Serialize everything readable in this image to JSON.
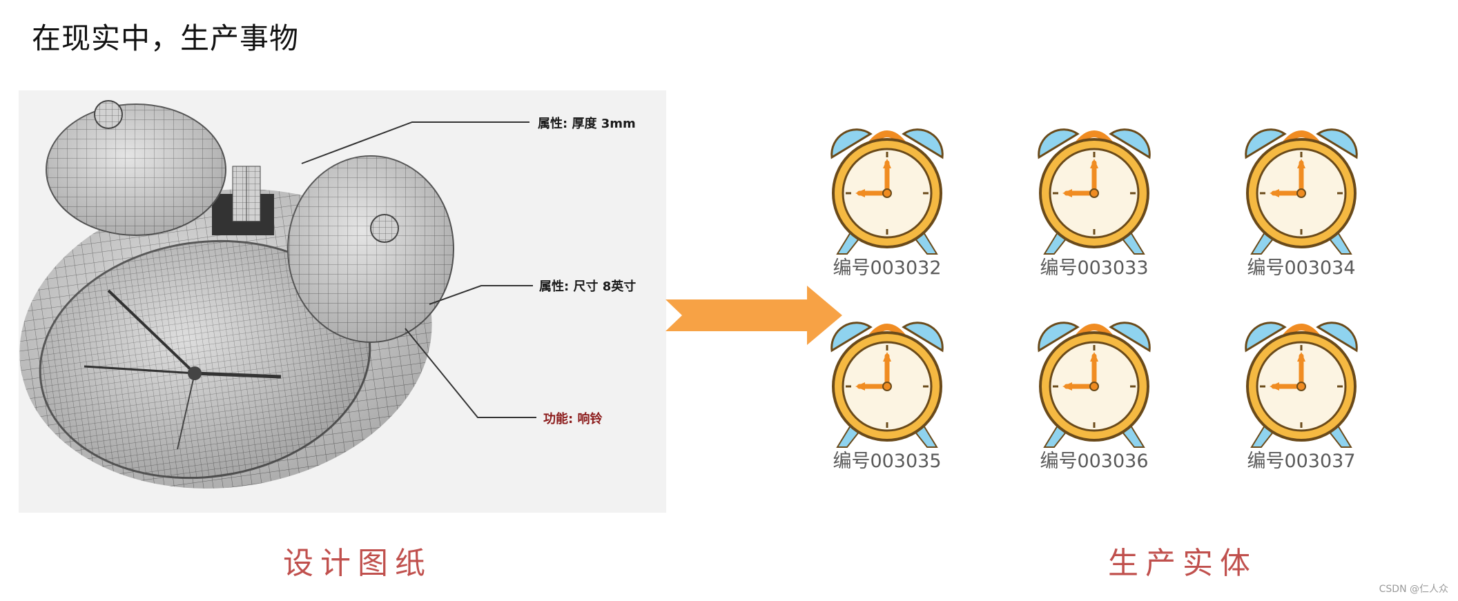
{
  "title": "在现实中，生产事物",
  "blueprint": {
    "annotations": [
      {
        "text": "属性: 厚度 3mm"
      },
      {
        "text": "属性: 尺寸 8英寸"
      },
      {
        "text": "功能: 响铃"
      }
    ]
  },
  "captions": {
    "left": "设计图纸",
    "right": "生产实体"
  },
  "clocks": [
    {
      "label": "编号003032"
    },
    {
      "label": "编号003033"
    },
    {
      "label": "编号003034"
    },
    {
      "label": "编号003035"
    },
    {
      "label": "编号003036"
    },
    {
      "label": "编号003037"
    }
  ],
  "colors": {
    "arrow": "#f7a245",
    "caption": "#c0504d",
    "clock_body": "#f5b942",
    "clock_bells": "#8fd3ef",
    "clock_handle": "#f08c22"
  },
  "watermark": "CSDN @仁人众"
}
